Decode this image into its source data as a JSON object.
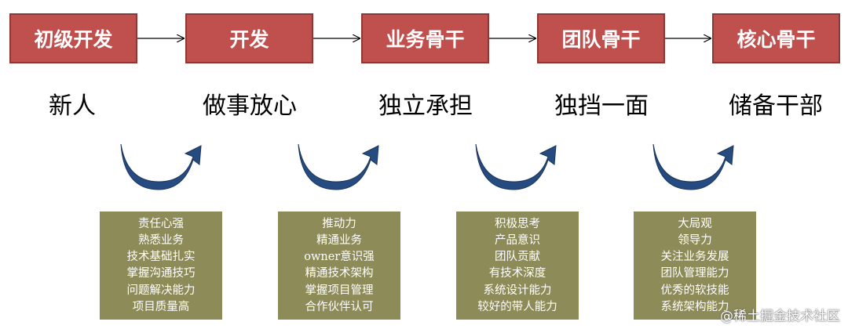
{
  "stages": [
    {
      "label": "初级开发",
      "role": "新人",
      "skills": [
        "责任心强",
        "熟悉业务",
        "技术基础扎实",
        "掌握沟通技巧",
        "问题解决能力",
        "项目质量高"
      ]
    },
    {
      "label": "开发",
      "role": "做事放心",
      "skills": [
        "推动力",
        "精通业务",
        "owner意识强",
        "精通技术架构",
        "掌握项目管理",
        "合作伙伴认可"
      ]
    },
    {
      "label": "业务骨干",
      "role": "独立承担",
      "skills": [
        "积极思考",
        "产品意识",
        "团队贡献",
        "有技术深度",
        "系统设计能力",
        "较好的带人能力"
      ]
    },
    {
      "label": "团队骨干",
      "role": "独挡一面",
      "skills": [
        "大局观",
        "领导力",
        "关注业务发展",
        "团队管理能力",
        "优秀的软技能",
        "系统架构能力"
      ]
    },
    {
      "label": "核心骨干",
      "role": "储备干部"
    }
  ],
  "watermark": "@稀土掘金技术社区",
  "colors": {
    "stage_fill": "#c0504d",
    "skill_fill": "#8d8b57",
    "curve_fill": "#254b80"
  }
}
